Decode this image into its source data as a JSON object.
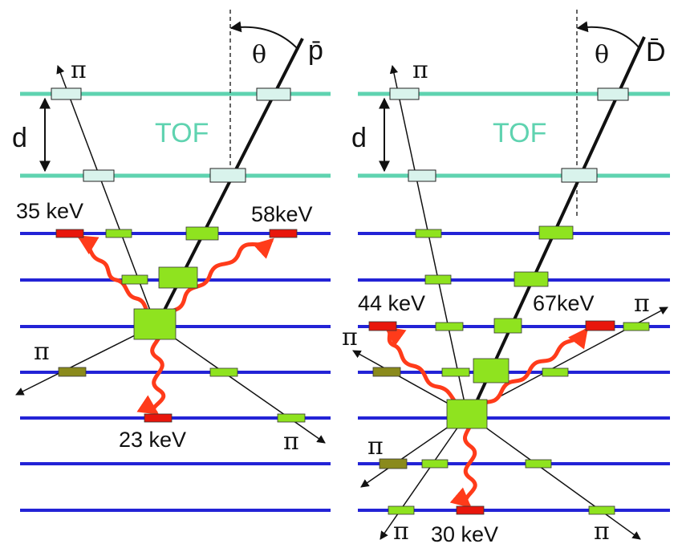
{
  "left_panel": {
    "particle_label": "p̄",
    "angle_label": "θ",
    "distance_label": "d",
    "tof_label": "TOF",
    "pion_label": "π",
    "xray_energies": [
      "35 keV",
      "58keV",
      "23 keV"
    ]
  },
  "right_panel": {
    "particle_label": "D̄",
    "angle_label": "θ",
    "distance_label": "d",
    "tof_label": "TOF",
    "pion_label": "π",
    "xray_energies": [
      "44 keV",
      "67keV",
      "30 keV"
    ]
  },
  "colors": {
    "tof_layer": "#5fd3b0",
    "detector_layer": "#2323d6",
    "tof_hit": "#d9f3ec",
    "track_hit": "#8fe31f",
    "xray_hit": "#e8160c",
    "xray_path": "#ff3b1a",
    "pion_hit_dark": "#8a8a1c"
  }
}
